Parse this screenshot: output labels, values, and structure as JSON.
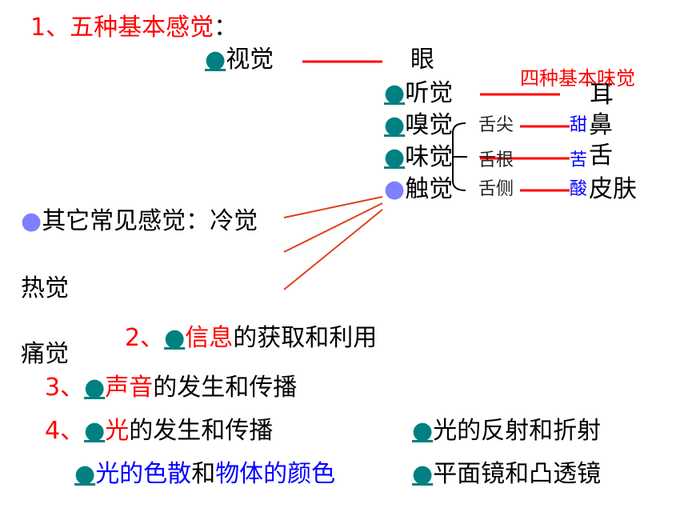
{
  "section1": {
    "num": "1、",
    "title": "五种基本感觉",
    "colon": "："
  },
  "bullet": "●",
  "senses": {
    "vision": "视觉",
    "hearing": "听觉",
    "smell": "嗅觉",
    "taste": "味觉",
    "touch": "触觉"
  },
  "organs": {
    "eye": "眼",
    "ear": "耳",
    "nose": "鼻",
    "tongue": "舌",
    "skin": "皮肤"
  },
  "taste_title": "四种基本味觉",
  "tongue_parts": {
    "tip": "舌尖",
    "root": "舌根",
    "side": "舌侧"
  },
  "tastes": {
    "sweet": "甜",
    "bitter": "苦",
    "sour": "酸"
  },
  "other_senses": {
    "label": "其它常见感觉：冷觉",
    "hot": "热觉",
    "pain": "痛觉"
  },
  "section2": {
    "num": "2、",
    "highlight": "信息",
    "rest": "的获取和利用"
  },
  "section3": {
    "num": "3、",
    "highlight": "声音",
    "rest": "的发生和传播"
  },
  "section4": {
    "num": "4、",
    "highlight": "光",
    "rest": "的发生和传播"
  },
  "light_reflect": "光的反射和折射",
  "light_dispersion": {
    "a": "光的色散",
    "and": "和",
    "b": "物体的颜色"
  },
  "mirrors": "平面镜和凸透镜"
}
